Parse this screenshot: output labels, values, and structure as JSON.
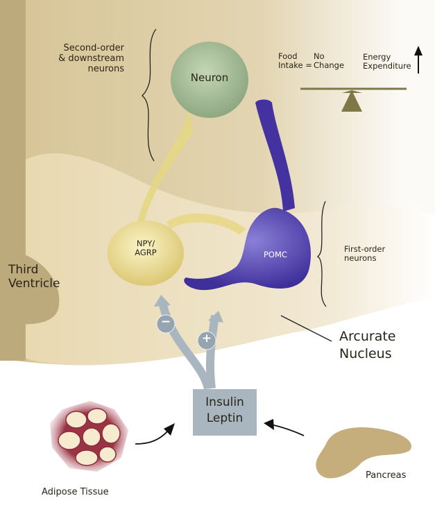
{
  "labels": {
    "second_order": [
      "Second-order",
      "& downstream",
      "neurons"
    ],
    "neuron": "Neuron",
    "food_intake": [
      "Food",
      "Intake ="
    ],
    "no_change": [
      "No",
      "Change"
    ],
    "energy_expenditure": [
      "Energy",
      "Expenditure"
    ],
    "npy_agrp": [
      "NPY/",
      "AGRP"
    ],
    "pomc": "POMC",
    "first_order": [
      "First-order",
      "neurons"
    ],
    "third_ventricle": [
      "Third",
      "Ventricle"
    ],
    "arcurate_nucleus": [
      "Arcurate",
      "Nucleus"
    ],
    "insulin_leptin": [
      "Insulin",
      "Leptin"
    ],
    "minus": "−",
    "plus": "+",
    "adipose_tissue": "Adipose Tissue",
    "pancreas": "Pancreas"
  },
  "colors": {
    "brain_tan": "#d8c69a",
    "light_tan": "#eadcb6",
    "neuron_green": "#a8bf98",
    "npy_yellow": "#f1e6a0",
    "pomc_purple": "#4a3aa8",
    "signal_grey": "#a9b6c0",
    "adipose_red": "#9c3a4a",
    "pancreas_tan": "#c8b080"
  }
}
